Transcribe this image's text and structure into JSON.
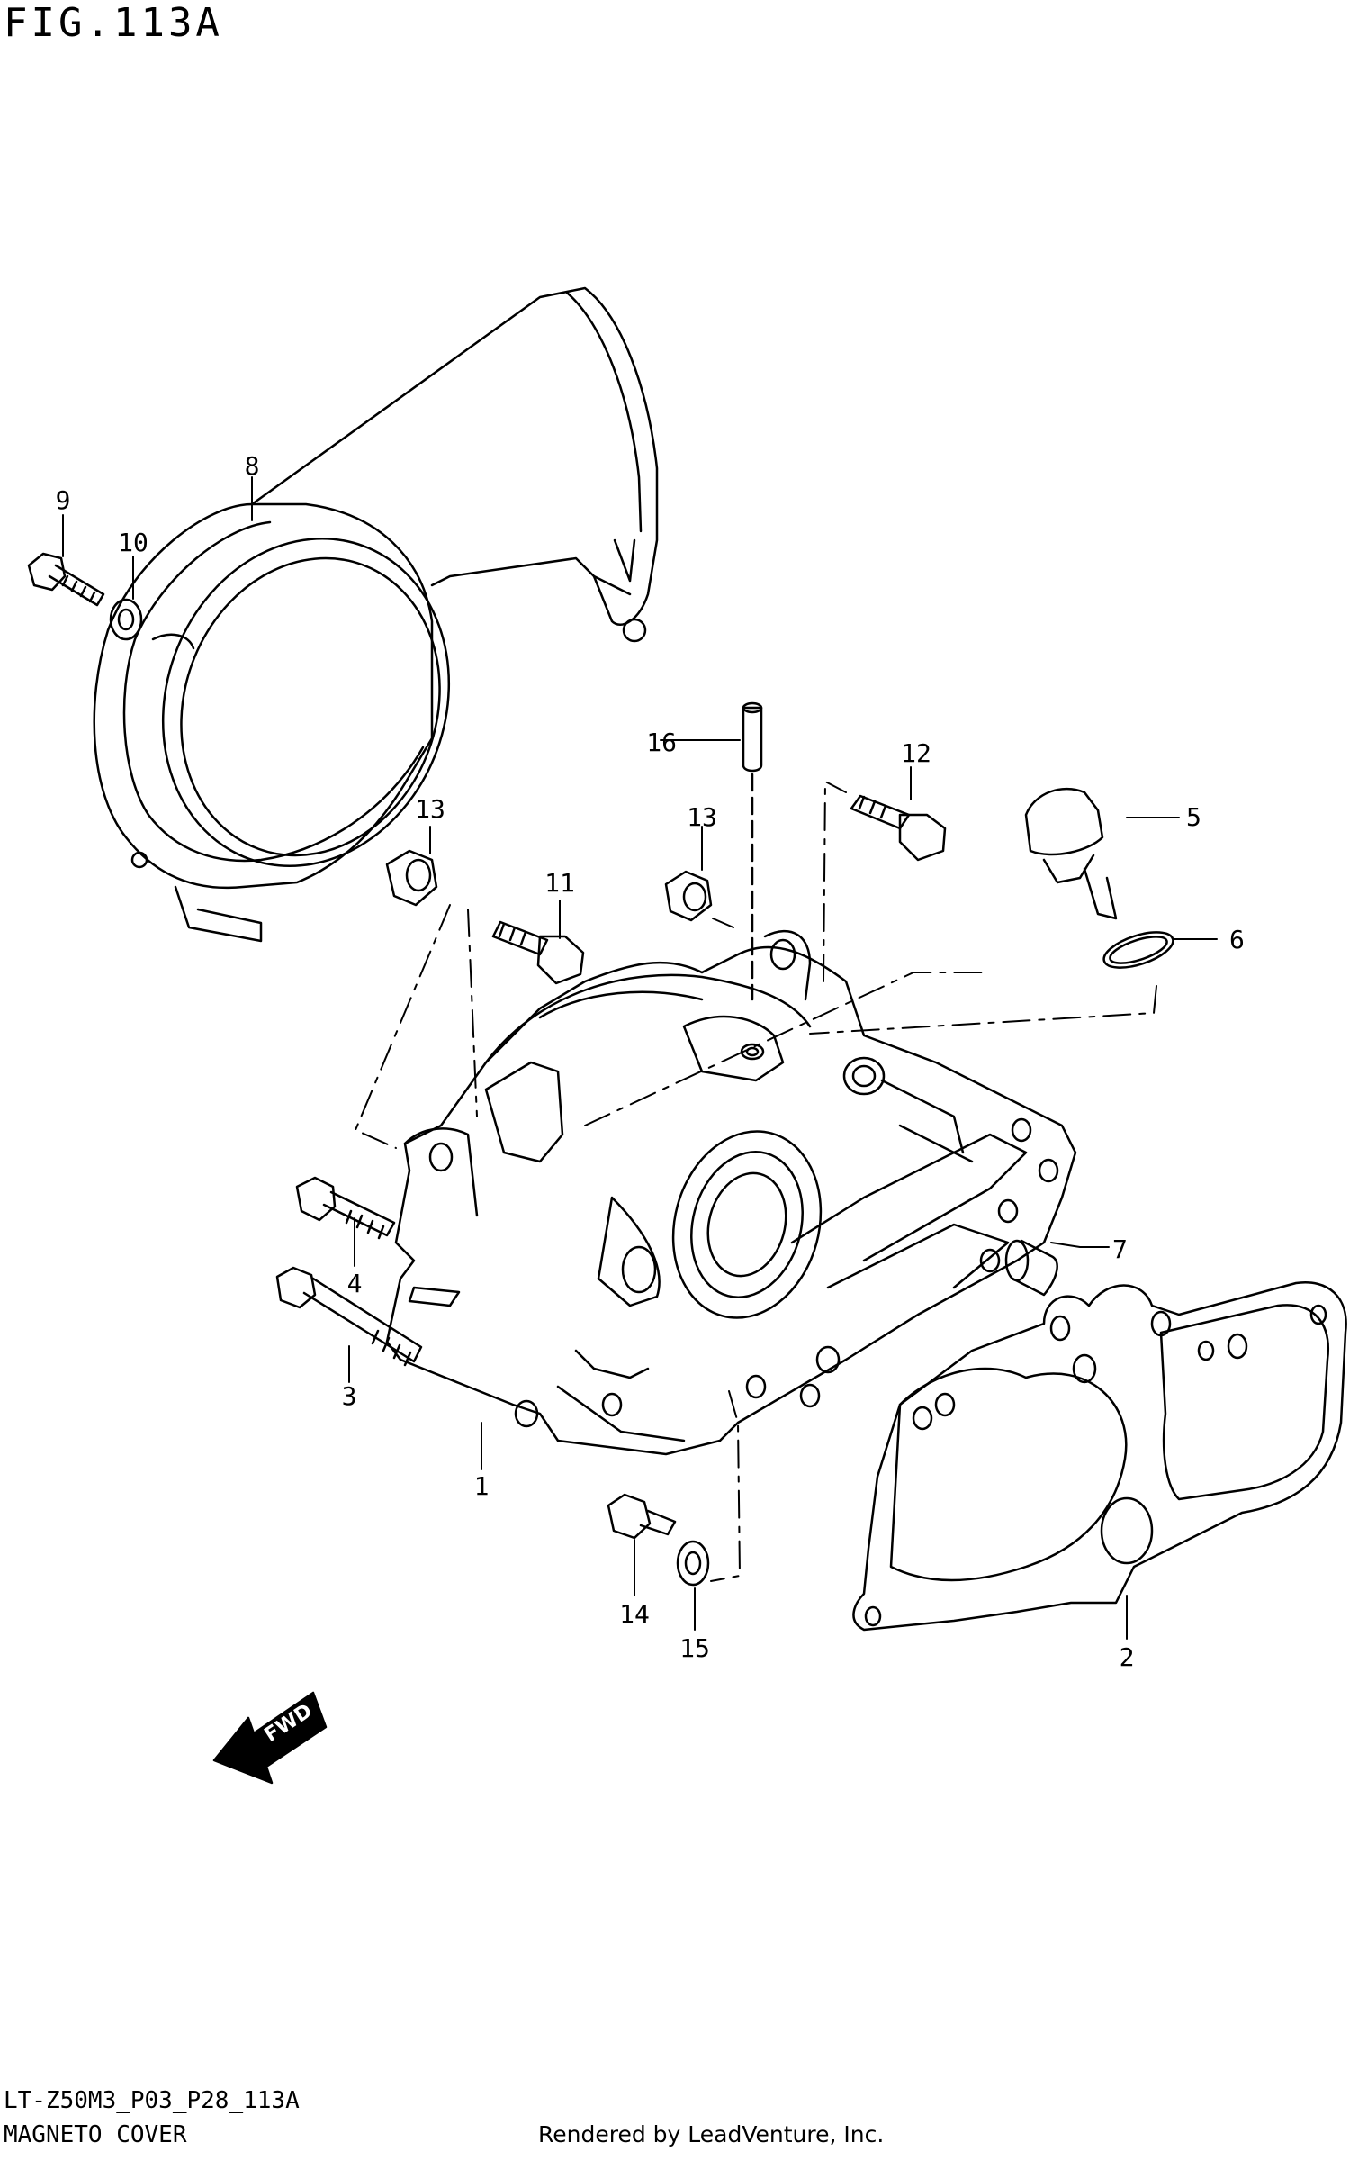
{
  "header": {
    "figure_title": "FIG.113A"
  },
  "footer": {
    "model_code": "LT-Z50M3_P03_P28_113A",
    "section_title": "MAGNETO COVER",
    "credit": "Rendered by LeadVenture, Inc."
  },
  "fwd_arrow": {
    "label": "FWD"
  },
  "callouts": [
    "1",
    "2",
    "3",
    "4",
    "5",
    "6",
    "7",
    "8",
    "9",
    "10",
    "11",
    "12",
    "13",
    "13",
    "14",
    "15",
    "16"
  ]
}
